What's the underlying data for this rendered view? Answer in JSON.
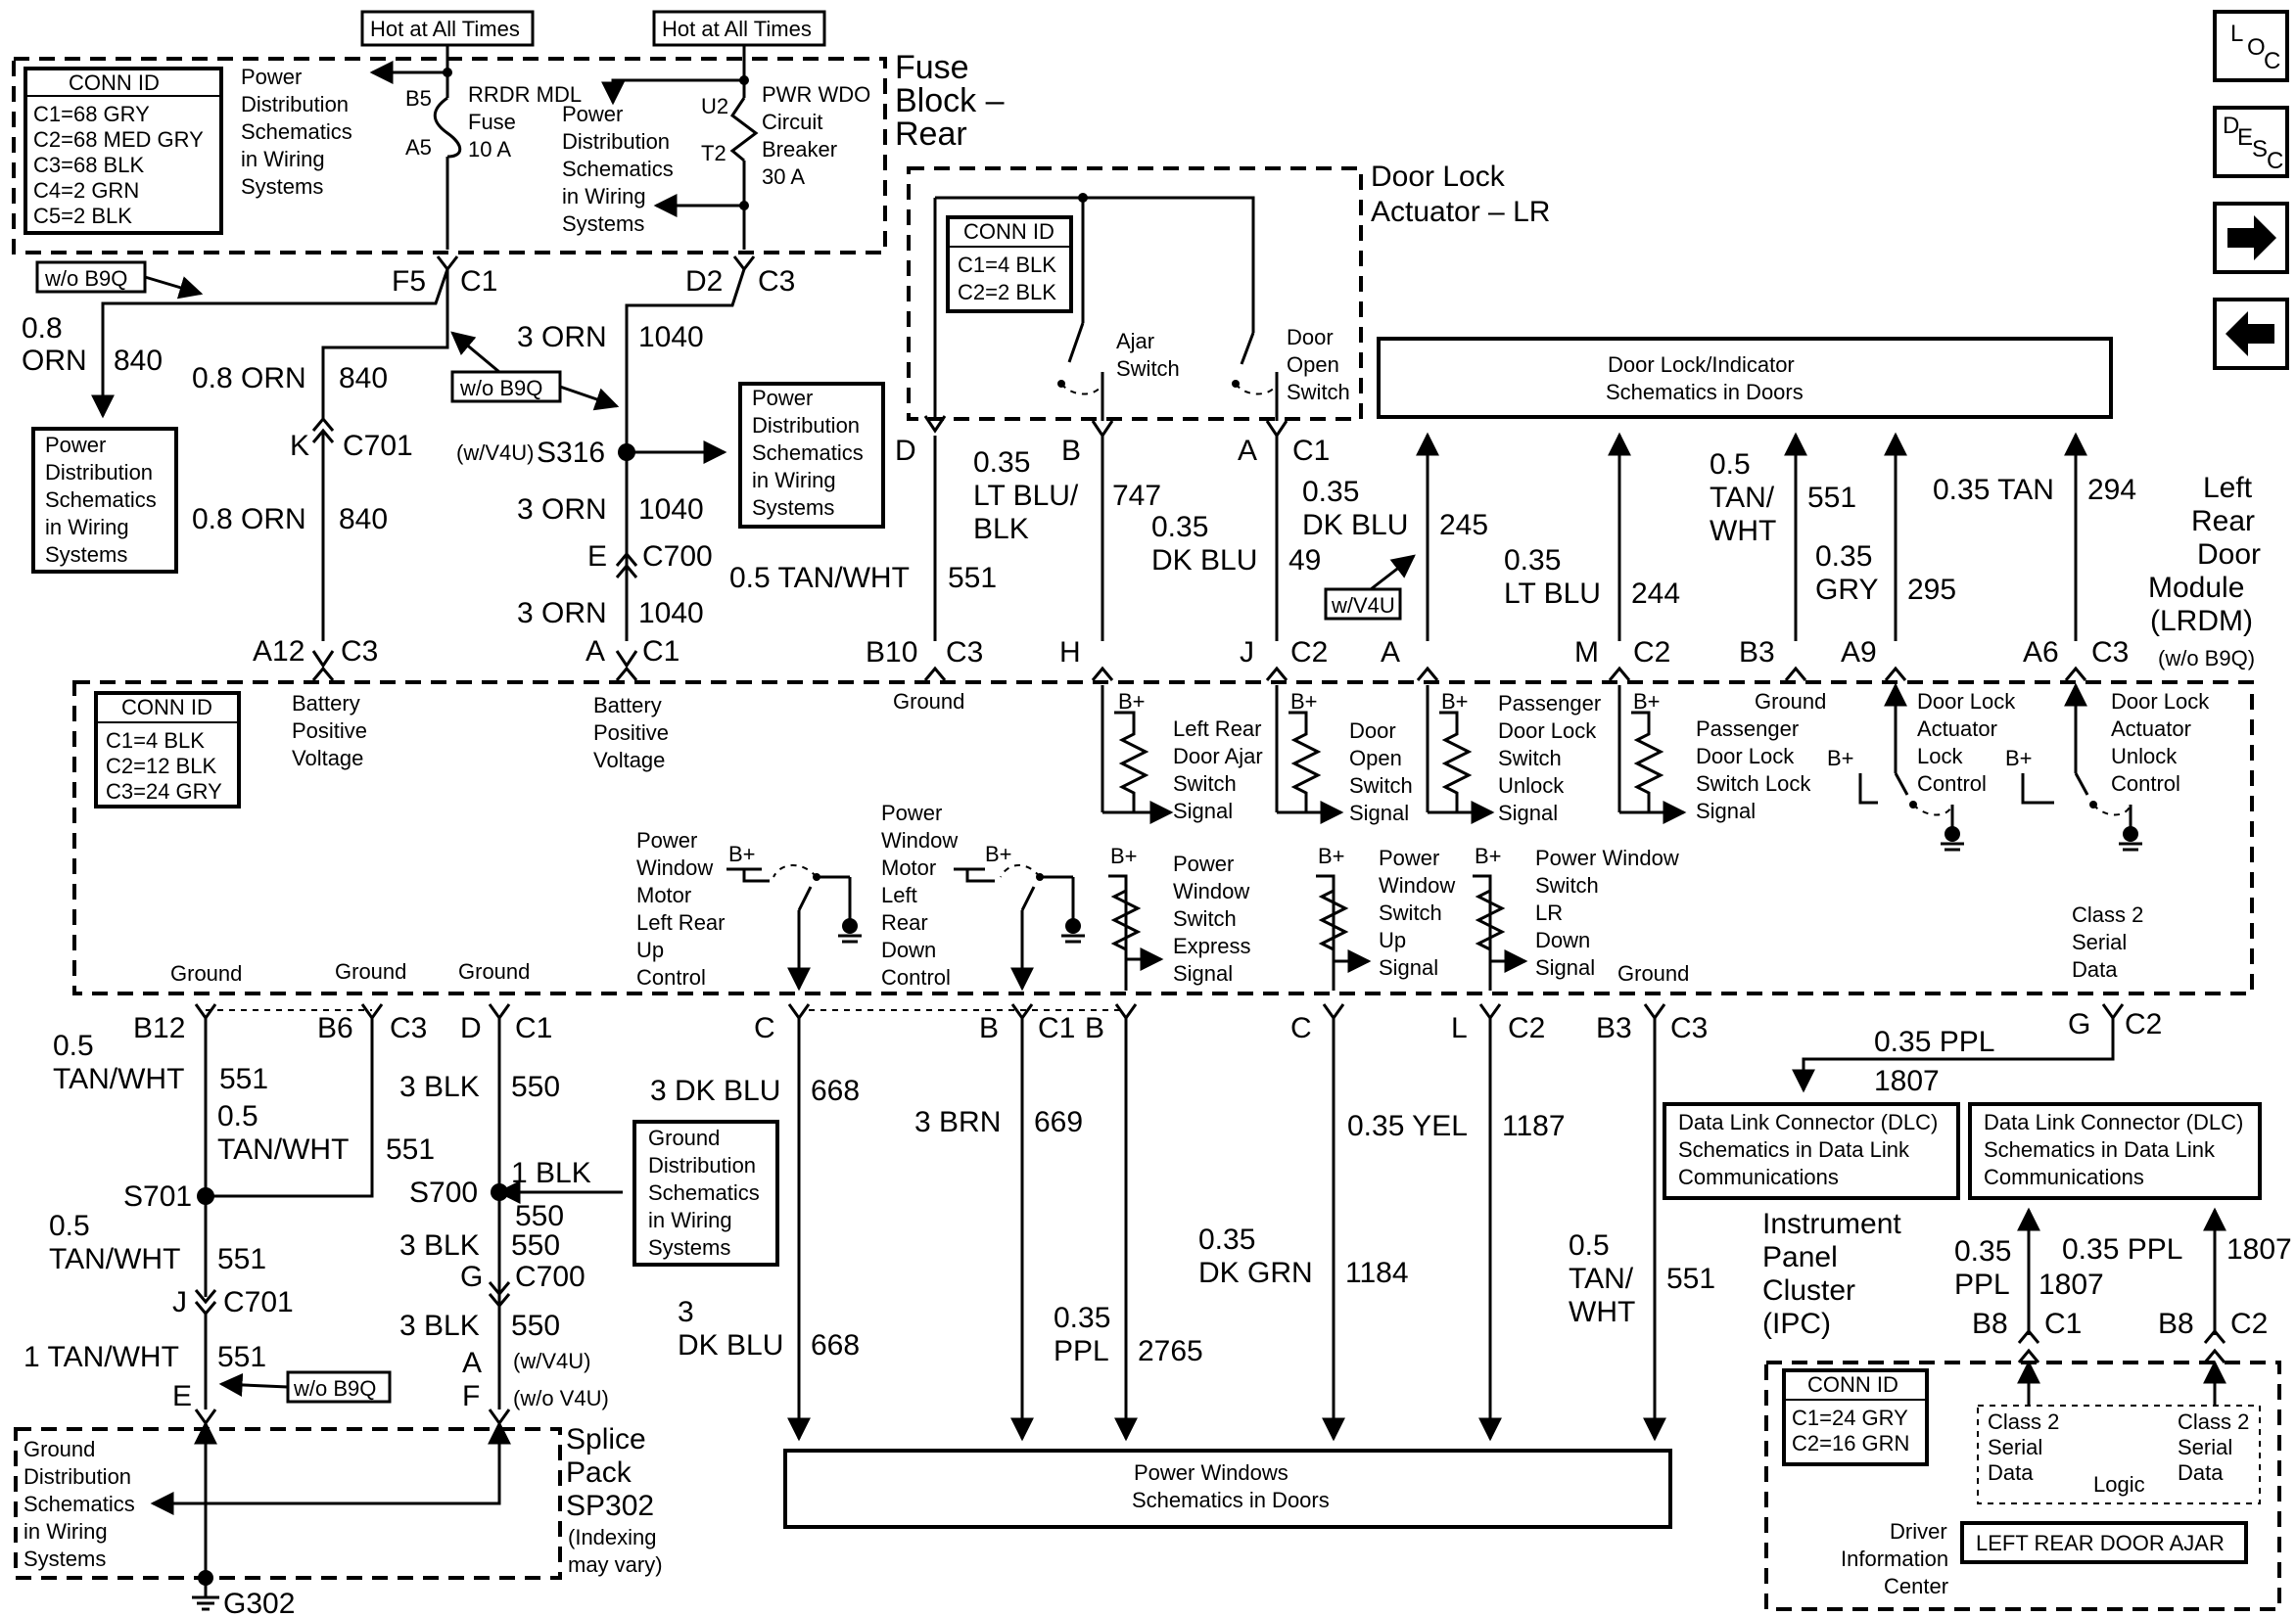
{
  "nav": {
    "loc_letters": [
      "L",
      "O",
      "C"
    ],
    "desc_letters": [
      "D",
      "E",
      "S",
      "C"
    ],
    "next_glyph": "➡",
    "prev_glyph": "⬅"
  },
  "fuse_block": {
    "title": [
      "Fuse",
      "Block –",
      "Rear"
    ],
    "conn_id_title": "CONN ID",
    "conn_ids": [
      "C1=68 GRY",
      "C2=68 MED GRY",
      "C3=68 BLK",
      "C4=2 GRN",
      "C5=2 BLK"
    ],
    "hot1": "Hot at All Times",
    "hot2": "Hot at All Times",
    "pds_left": [
      "Power",
      "Distribution",
      "Schematics",
      "in Wiring",
      "Systems"
    ],
    "pds_mid": [
      "Power",
      "Distribution",
      "Schematics",
      "in Wiring",
      "Systems"
    ],
    "fuse_pin_top": "B5",
    "fuse_pin_bot": "A5",
    "fuse_label": [
      "RRDR MDL",
      "Fuse",
      "10 A"
    ],
    "cb_pin_top": "U2",
    "cb_pin_bot": "T2",
    "cb_label": [
      "PWR WDO",
      "Circuit",
      "Breaker",
      "30 A"
    ],
    "f5": "F5",
    "c1": "C1",
    "d2": "D2",
    "c3": "C3"
  },
  "left_upper": {
    "wo_b9q_1": "w/o B9Q",
    "wo_b9q_2": "w/o B9Q",
    "wire_08orn_a_size": "0.8",
    "wire_08orn_a_color": "ORN",
    "wire_08orn_a_num": "840",
    "pds_box": [
      "Power",
      "Distribution",
      "Schematics",
      "in Wiring",
      "Systems"
    ],
    "wire_08orn_b": "0.8 ORN",
    "wire_08orn_b_num": "840",
    "k": "K",
    "c701": "C701",
    "wire_08orn_c": "0.8 ORN",
    "wire_08orn_c_num": "840",
    "a12": "A12",
    "c3": "C3"
  },
  "mid_upper": {
    "wire_3orn_1": "3 ORN",
    "wire_3orn_1_num": "1040",
    "wv4u": "(w/V4U)",
    "s316": "S316",
    "pds_box": [
      "Power",
      "Distribution",
      "Schematics",
      "in Wiring",
      "Systems"
    ],
    "wire_3orn_2": "3 ORN",
    "wire_3orn_2_num": "1040",
    "e": "E",
    "c700": "C700",
    "wire_3orn_3": "3 ORN",
    "wire_3orn_3_num": "1040",
    "a": "A",
    "c1": "C1"
  },
  "door_lock_actuator": {
    "title": [
      "Door Lock",
      "Actuator – LR"
    ],
    "conn_id_title": "CONN ID",
    "conn_ids": [
      "C1=4 BLK",
      "C2=2 BLK"
    ],
    "ajar_switch": [
      "Ajar",
      "Switch"
    ],
    "door_open_switch": [
      "Door",
      "Open",
      "Switch"
    ],
    "pin_d": "D",
    "pin_b": "B",
    "pin_a": "A",
    "pin_c1": "C1"
  },
  "door_lock_indicator": "Door Lock/Indicator",
  "door_lock_indicator2": "Schematics in Doors",
  "wires_top": {
    "w747_size": "0.35",
    "w747_color": [
      "LT BLU/",
      "BLK"
    ],
    "w747_num": "747",
    "w49_size": "0.35",
    "w49_color": "DK BLU",
    "w49_num": "49",
    "w245_size": "0.35",
    "w245_color": "DK BLU",
    "w245_num": "245",
    "wv4u_box": "w/V4U",
    "w551_label": "0.5 TAN/WHT",
    "w551_num": "551",
    "w244_size": "0.35",
    "w244_color": "LT BLU",
    "w244_num": "244",
    "w551b_size": "0.5",
    "w551b_color": [
      "TAN/",
      "WHT"
    ],
    "w551b_num": "551",
    "w295_size": "0.35",
    "w295_color": "GRY",
    "w295_num": "295",
    "w294_label": "0.35 TAN",
    "w294_num": "294"
  },
  "lrdm": {
    "title": [
      "Left",
      "Rear",
      "Door",
      "Module",
      "(LRDM)"
    ],
    "wo_b9q": "(w/o B9Q)",
    "conn_id_title": "CONN ID",
    "conn_ids": [
      "C1=4 BLK",
      "C2=12 BLK",
      "C3=24 GRY"
    ],
    "top_pins": [
      {
        "pin": "B10",
        "conn": "C3"
      },
      {
        "pin": "H",
        "conn": ""
      },
      {
        "pin": "J",
        "conn": "C2"
      },
      {
        "pin": "A",
        "conn": ""
      },
      {
        "pin": "M",
        "conn": "C2"
      },
      {
        "pin": "B3",
        "conn": ""
      },
      {
        "pin": "A9",
        "conn": ""
      },
      {
        "pin": "A6",
        "conn": "C3"
      }
    ],
    "bat_pos_1": [
      "Battery",
      "Positive",
      "Voltage"
    ],
    "bat_pos_2": [
      "Battery",
      "Positive",
      "Voltage"
    ],
    "ground_top": "Ground",
    "ground_top2": "Ground",
    "bplus": "B+",
    "left_rear_ajar": [
      "Left Rear",
      "Door Ajar",
      "Switch",
      "Signal"
    ],
    "door_open_sw": [
      "Door",
      "Open",
      "Switch",
      "Signal"
    ],
    "pass_unlock": [
      "Passenger",
      "Door Lock",
      "Switch",
      "Unlock",
      "Signal"
    ],
    "pass_lock": [
      "Passenger",
      "Door Lock",
      "Switch Lock",
      "Signal"
    ],
    "dl_lock": [
      "Door Lock",
      "Actuator",
      "Lock",
      "Control"
    ],
    "dl_unlock": [
      "Door Lock",
      "Actuator",
      "Unlock",
      "Control"
    ],
    "pwm_up": [
      "Power",
      "Window",
      "Motor",
      "Left Rear",
      "Up",
      "Control"
    ],
    "pwm_down": [
      "Power",
      "Window",
      "Motor",
      "Left",
      "Rear",
      "Down",
      "Control"
    ],
    "pw_express": [
      "Power",
      "Window",
      "Switch",
      "Express",
      "Signal"
    ],
    "pw_up": [
      "Power",
      "Window",
      "Switch",
      "Up",
      "Signal"
    ],
    "pw_down": [
      "Power Window",
      "Switch",
      "LR",
      "Down",
      "Signal"
    ],
    "class2": [
      "Class 2",
      "Serial",
      "Data"
    ],
    "grounds": [
      "Ground",
      "Ground",
      "Ground",
      "Ground"
    ]
  },
  "bottom": {
    "pins": [
      {
        "pin": "B12",
        "conn": ""
      },
      {
        "pin": "B6",
        "conn": "C3"
      },
      {
        "pin": "D",
        "conn": "C1"
      },
      {
        "pin": "C",
        "conn": ""
      },
      {
        "pin": "B",
        "conn": "C1"
      },
      {
        "pin": "B",
        "conn": ""
      },
      {
        "pin": "C",
        "conn": ""
      },
      {
        "pin": "L",
        "conn": "C2"
      },
      {
        "pin": "B3",
        "conn": "C3"
      },
      {
        "pin": "G",
        "conn": "C2"
      }
    ],
    "w551_a_size": "0.5",
    "w551_a_color": "TAN/WHT",
    "w551_a_num": "551",
    "w551_b_size": "0.5",
    "w551_b_color": "TAN/WHT",
    "w551_b_num": "551",
    "s701": "S701",
    "w551_c_size": "0.5",
    "w551_c_color": "TAN/WHT",
    "w551_c_num": "551",
    "j": "J",
    "c701": "C701",
    "w551_d": "1 TAN/WHT",
    "w551_d_num": "551",
    "e": "E",
    "wo_b9q": "w/o B9Q",
    "w550_a": "3 BLK",
    "w550_a_num": "550",
    "s700": "S700",
    "w550_b": "1 BLK",
    "w550_b_num": "550",
    "gds_box": [
      "Ground",
      "Distribution",
      "Schematics",
      "in Wiring",
      "Systems"
    ],
    "w550_c": "3 BLK",
    "w550_c_num": "550",
    "g": "G",
    "c700": "C700",
    "w550_d": "3 BLK",
    "w550_d_num": "550",
    "a": "A",
    "wv4u": "(w/V4U)",
    "f": "F",
    "wov4u": "(w/o V4U)",
    "gds_box2": [
      "Ground",
      "Distribution",
      "Schematics",
      "in Wiring",
      "Systems"
    ],
    "splice": [
      "Splice",
      "Pack",
      "SP302",
      "(Indexing",
      "may vary)"
    ],
    "g302": "G302",
    "w668_a": "3 DK BLU",
    "w668_a_num": "668",
    "w668_b_size": "3",
    "w668_b_color": "DK BLU",
    "w668_b_num": "668",
    "w669": "3 BRN",
    "w669_num": "669",
    "w2765_size": "0.35",
    "w2765_color": "PPL",
    "w2765_num": "2765",
    "w1184_size": "0.35",
    "w1184_color": "DK GRN",
    "w1184_num": "1184",
    "w1187": "0.35 YEL",
    "w1187_num": "1187",
    "w551_e_size": "0.5",
    "w551_e_color": [
      "TAN/",
      "WHT"
    ],
    "w551_e_num": "551",
    "pw_doors": [
      "Power Windows",
      "Schematics in Doors"
    ],
    "w1807": "0.35 PPL",
    "w1807_num": "1807",
    "dlc1": [
      "Data Link Connector (DLC)",
      "Schematics in Data Link",
      "Communications"
    ],
    "dlc2": [
      "Data Link Connector (DLC)",
      "Schematics in Data Link",
      "Communications"
    ]
  },
  "ipc": {
    "title": [
      "Instrument",
      "Panel",
      "Cluster",
      "(IPC)"
    ],
    "w1807_a_size": "0.35",
    "w1807_a_color": "PPL",
    "w1807_a_num": "1807",
    "w1807_b": "0.35 PPL",
    "w1807_b_num": "1807",
    "b8_1": "B8",
    "c1": "C1",
    "b8_2": "B8",
    "c2": "C2",
    "conn_id_title": "CONN ID",
    "conn_ids": [
      "C1=24 GRY",
      "C2=16 GRN"
    ],
    "class2_a": [
      "Class 2",
      "Serial",
      "Data"
    ],
    "class2_b": [
      "Class 2",
      "Serial",
      "Data"
    ],
    "logic": "Logic",
    "dic": [
      "Driver",
      "Information",
      "Center"
    ],
    "lrda": "LEFT REAR DOOR AJAR"
  }
}
